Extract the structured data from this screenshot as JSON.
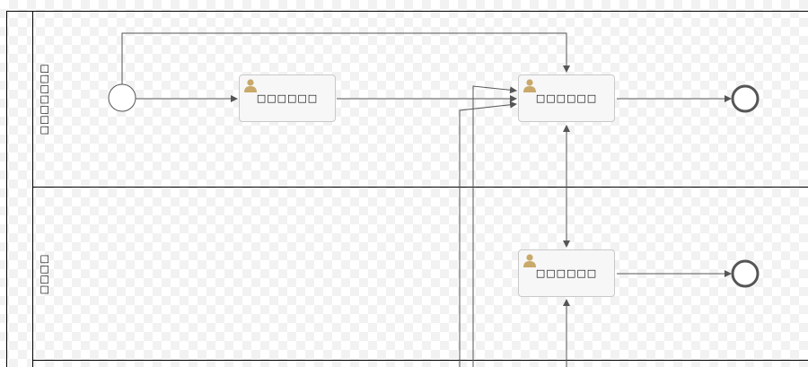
{
  "diagram": {
    "lanes": [
      {
        "id": "lane-1",
        "label": "□□□□□□□"
      },
      {
        "id": "lane-2",
        "label": "□□□□"
      }
    ],
    "tasks": [
      {
        "id": "task-1",
        "label": "□□□□□□"
      },
      {
        "id": "task-2",
        "label": "□□□□□□"
      },
      {
        "id": "task-3",
        "label": "□□□□□□"
      }
    ],
    "events": [
      {
        "id": "start-event",
        "type": "start"
      },
      {
        "id": "end-event-1",
        "type": "end"
      },
      {
        "id": "end-event-2",
        "type": "end"
      }
    ],
    "colors": {
      "line": "#555555",
      "lane_border": "#000000",
      "task_fill": "#f7f7f7",
      "user_icon": "#c8a96b"
    },
    "icons": {
      "task_type": "user-icon"
    }
  }
}
